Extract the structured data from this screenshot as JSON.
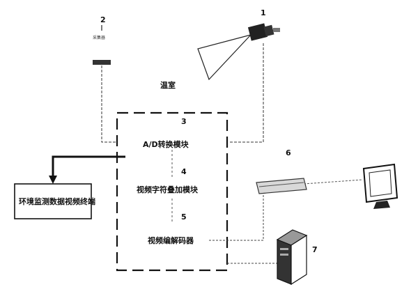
{
  "labels": {
    "room": "温室",
    "ad_module": "A/D转换模块",
    "overlay_module": "视频字符叠加模块",
    "codec": "视频编解码器",
    "terminal": "环境监测数据视频终端",
    "sensor_caption": "采集器"
  },
  "numbers": {
    "n1": "1",
    "n2": "2",
    "n3": "3",
    "n4": "4",
    "n5": "5",
    "n6": "6",
    "n7": "7"
  }
}
